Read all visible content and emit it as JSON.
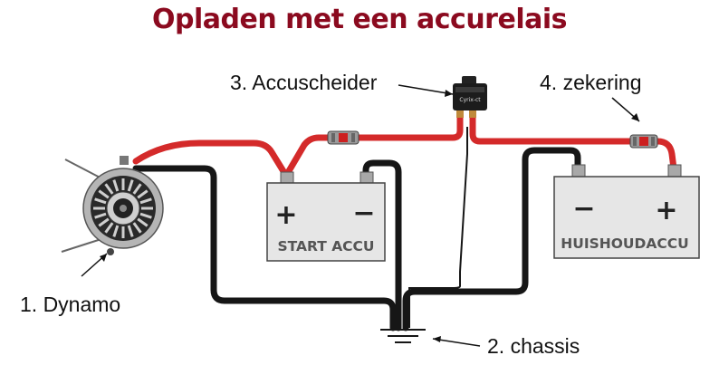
{
  "title": "Opladen met een accurelais",
  "colors": {
    "title": "#8b0a1f",
    "positive_wire": "#d42a2a",
    "negative_wire": "#161616",
    "battery_fill": "#e6e6e6",
    "battery_stroke": "#444444"
  },
  "labels": {
    "dynamo": "1. Dynamo",
    "chassis": "2. chassis",
    "separator": "3. Accuscheider",
    "fuse": "4. zekering"
  },
  "batteries": {
    "start": {
      "label": "START ACCU",
      "plus": "+",
      "minus": "−"
    },
    "house": {
      "label": "HUISHOUDACCU",
      "plus": "+",
      "minus": "−"
    }
  },
  "device_text": "Cyrix-ct"
}
